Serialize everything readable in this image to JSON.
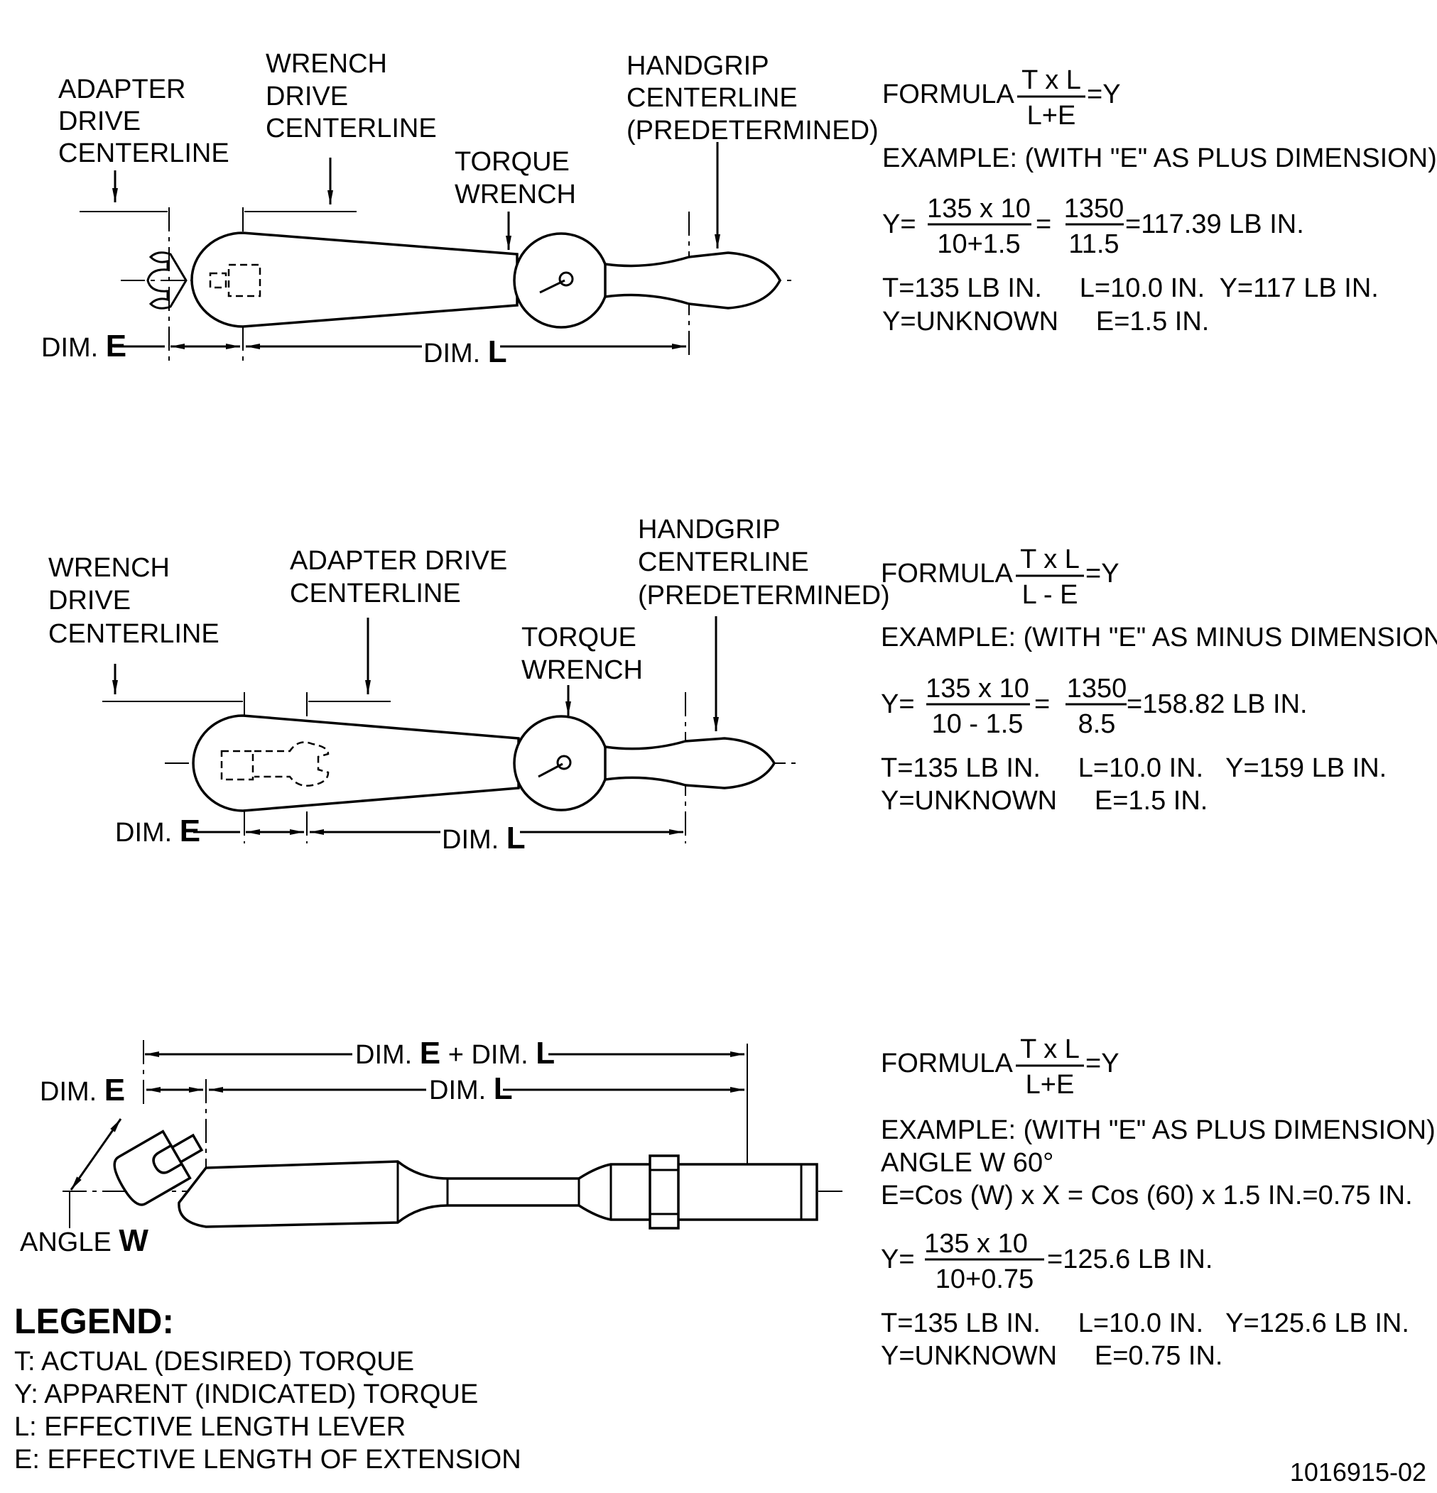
{
  "diagram1": {
    "label_adapter": [
      "ADAPTER",
      "DRIVE",
      "CENTERLINE"
    ],
    "label_wrench": [
      "WRENCH",
      "DRIVE",
      "CENTERLINE"
    ],
    "label_torque": [
      "TORQUE",
      "WRENCH"
    ],
    "label_handgrip": [
      "HANDGRIP",
      "CENTERLINE",
      "(PREDETERMINED)"
    ],
    "dim_prefix_e": "DIM.",
    "dim_e_letter": "E",
    "dim_prefix_l": "DIM.",
    "dim_l_letter": "L"
  },
  "formula1": {
    "formula_label": "FORMULA",
    "numerator": "T x L",
    "denominator": "L+E",
    "result": "=Y",
    "example": "EXAMPLE: (WITH \"E\" AS PLUS DIMENSION)",
    "y_eq": "Y=",
    "calc_num": "135 x 10",
    "calc_den": "10+1.5",
    "eq": "=",
    "calc_num2": "1350",
    "calc_den2": "11.5",
    "calc_result": "=117.39 LB IN.",
    "line1": "T=135 LB IN.     L=10.0 IN.  Y=117 LB IN.",
    "line2": "Y=UNKNOWN     E=1.5 IN."
  },
  "diagram2": {
    "label_wrench": [
      "WRENCH",
      "DRIVE",
      "CENTERLINE"
    ],
    "label_adapter": [
      "ADAPTER DRIVE",
      "CENTERLINE"
    ],
    "label_torque": [
      "TORQUE",
      "WRENCH"
    ],
    "label_handgrip": [
      "HANDGRIP",
      "CENTERLINE",
      "(PREDETERMINED)"
    ],
    "dim_prefix_e": "DIM.",
    "dim_e_letter": "E",
    "dim_prefix_l": "DIM.",
    "dim_l_letter": "L"
  },
  "formula2": {
    "formula_label": "FORMULA",
    "numerator": "T x L",
    "denominator": "L - E",
    "result": "=Y",
    "example": "EXAMPLE: (WITH \"E\" AS MINUS DIMENSION)",
    "y_eq": "Y=",
    "calc_num": "135 x 10",
    "calc_den": "10 - 1.5",
    "eq": "=",
    "calc_num2": "1350",
    "calc_den2": "8.5",
    "calc_result": "=158.82 LB IN.",
    "line1": "T=135 LB IN.     L=10.0 IN.   Y=159 LB IN.",
    "line2": "Y=UNKNOWN     E=1.5 IN."
  },
  "diagram3": {
    "dim_el_prefix": "DIM.",
    "dim_el_e": "E",
    "dim_el_mid": "+ DIM.",
    "dim_el_l": "L",
    "dim_e_prefix": "DIM.",
    "dim_e_letter": "E",
    "dim_l_prefix": "DIM.",
    "dim_l_letter": "L",
    "angle_prefix": "ANGLE",
    "angle_letter": "W"
  },
  "formula3": {
    "formula_label": "FORMULA",
    "numerator": "T x L",
    "denominator": "L+E",
    "result": "=Y",
    "example": "EXAMPLE: (WITH \"E\" AS PLUS DIMENSION)",
    "angle_line": "ANGLE W 60°",
    "cos_line": "E=Cos (W) x X = Cos (60) x 1.5 IN.=0.75 IN.",
    "y_eq": "Y=",
    "calc_num": "135 x 10",
    "calc_den": "10+0.75",
    "calc_result": "=125.6 LB IN.",
    "line1": "T=135 LB IN.     L=10.0 IN.   Y=125.6 LB IN.",
    "line2": "Y=UNKNOWN     E=0.75 IN."
  },
  "legend": {
    "title": "LEGEND:",
    "items": [
      "T: ACTUAL (DESIRED) TORQUE",
      "Y: APPARENT (INDICATED) TORQUE",
      "L: EFFECTIVE LENGTH LEVER",
      "E: EFFECTIVE LENGTH OF EXTENSION"
    ]
  },
  "figure_number": "1016915-02"
}
